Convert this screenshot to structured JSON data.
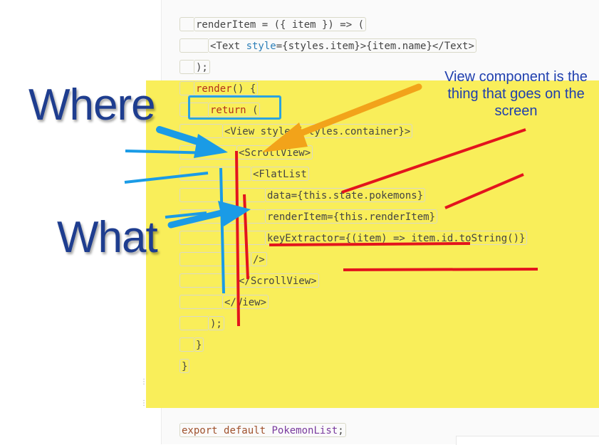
{
  "code_lines": [
    {
      "indent": 1,
      "parts": [
        {
          "t": "renderItem = ({ item }) => (",
          "c": "plain"
        }
      ]
    },
    {
      "indent": 2,
      "parts": [
        {
          "t": "<Text ",
          "c": "plain"
        },
        {
          "t": "style",
          "c": "attr"
        },
        {
          "t": "={styles.item}>{item.name}</Text>",
          "c": "plain"
        }
      ]
    },
    {
      "indent": 1,
      "parts": [
        {
          "t": ");",
          "c": "plain"
        }
      ]
    },
    {
      "indent": 1,
      "parts": [
        {
          "t": "render",
          "c": "kw-red"
        },
        {
          "t": "() {",
          "c": "plain"
        }
      ]
    },
    {
      "indent": 2,
      "parts": [
        {
          "t": "return",
          "c": "kw-red"
        },
        {
          "t": " (",
          "c": "plain"
        }
      ]
    },
    {
      "indent": 3,
      "parts": [
        {
          "t": "<View style={styles.container}>",
          "c": "plain"
        }
      ]
    },
    {
      "indent": 4,
      "parts": [
        {
          "t": "<ScrollView>",
          "c": "plain"
        }
      ]
    },
    {
      "indent": 5,
      "parts": [
        {
          "t": "<FlatList",
          "c": "plain"
        }
      ]
    },
    {
      "indent": 6,
      "parts": [
        {
          "t": "data={this.state.pokemons}",
          "c": "plain"
        }
      ]
    },
    {
      "indent": 6,
      "parts": [
        {
          "t": "renderItem={this.renderItem}",
          "c": "plain"
        }
      ]
    },
    {
      "indent": 6,
      "parts": [
        {
          "t": "keyExtractor={(item) => item.id.toString()}",
          "c": "plain"
        }
      ]
    },
    {
      "indent": 5,
      "parts": [
        {
          "t": "/>",
          "c": "plain"
        }
      ]
    },
    {
      "indent": 4,
      "parts": [
        {
          "t": "</ScrollView>",
          "c": "plain"
        }
      ]
    },
    {
      "indent": 3,
      "parts": [
        {
          "t": "</View>",
          "c": "plain"
        }
      ]
    },
    {
      "indent": 2,
      "parts": [
        {
          "t": ");",
          "c": "plain"
        }
      ]
    },
    {
      "indent": 1,
      "parts": [
        {
          "t": "}",
          "c": "plain"
        }
      ]
    },
    {
      "indent": 0,
      "parts": [
        {
          "t": "}",
          "c": "plain"
        }
      ]
    }
  ],
  "export_line": [
    {
      "t": "export",
      "c": "kw"
    },
    {
      "t": " ",
      "c": "plain"
    },
    {
      "t": "default",
      "c": "kw"
    },
    {
      "t": " ",
      "c": "plain"
    },
    {
      "t": "PokemonList",
      "c": "ident"
    },
    {
      "t": ";",
      "c": "plain"
    }
  ],
  "annotations": {
    "where_label": "Where",
    "what_label": "What",
    "note_text": "View component is the thing that goes on the screen"
  },
  "colors": {
    "highlight": "#f9ee5a",
    "label_blue": "#1e3d8f",
    "note_blue": "#1f3fae",
    "arrow_blue": "#1a9be6",
    "arrow_orange": "#f2a31a",
    "line_red": "#e3141d",
    "box_blue": "#2aa3e0"
  },
  "icons": {
    "grip": "drag-handle-icon"
  }
}
